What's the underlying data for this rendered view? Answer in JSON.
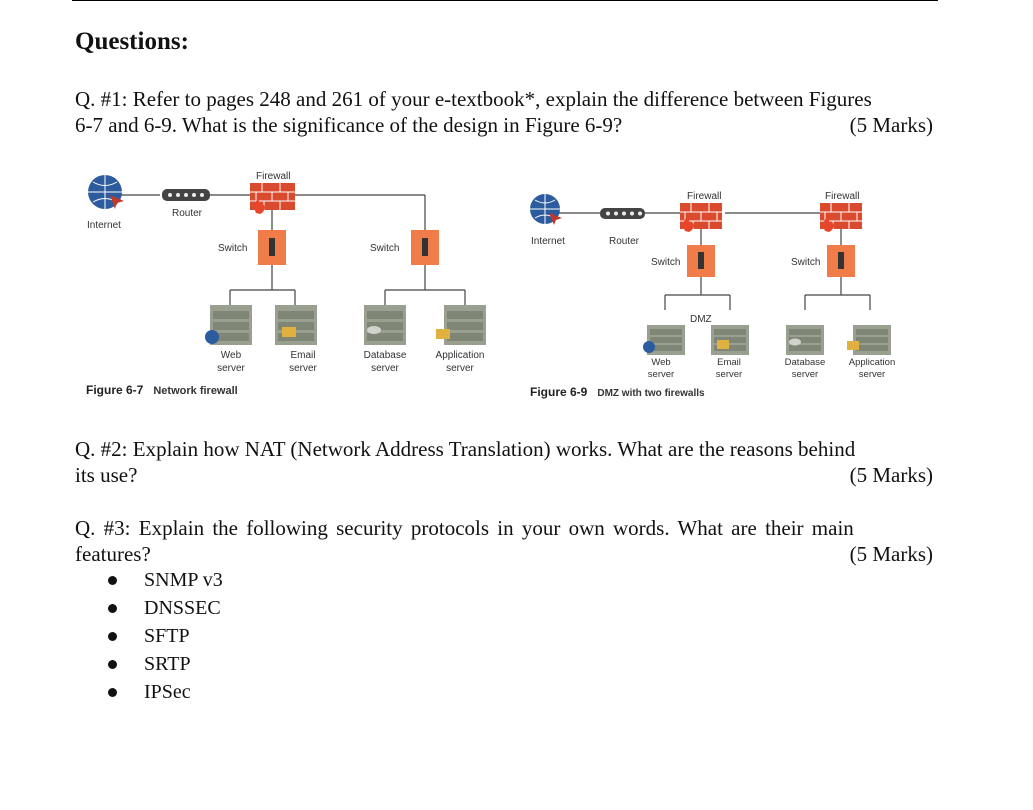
{
  "heading": "Questions:",
  "q1": {
    "line1": "Q. #1: Refer to pages 248 and 261 of your e-textbook*, explain the difference between Figures",
    "line2": "6-7 and 6-9. What is the significance of the design in Figure 6-9?",
    "marks": "(5 Marks)"
  },
  "fig67": {
    "internet": "Internet",
    "router": "Router",
    "firewall": "Firewall",
    "switch1": "Switch",
    "switch2": "Switch",
    "web": [
      "Web",
      "server"
    ],
    "email": [
      "Email",
      "server"
    ],
    "database": [
      "Database",
      "server"
    ],
    "application": [
      "Application",
      "server"
    ],
    "caption_num": "Figure 6-7",
    "caption_text": "Network firewall"
  },
  "fig69": {
    "internet": "Internet",
    "router": "Router",
    "firewall1": "Firewall",
    "firewall2": "Firewall",
    "switch1": "Switch",
    "switch2": "Switch",
    "dmz": "DMZ",
    "web": [
      "Web",
      "server"
    ],
    "email": [
      "Email",
      "server"
    ],
    "database": [
      "Database",
      "server"
    ],
    "application": [
      "Application",
      "server"
    ],
    "caption_num": "Figure 6-9",
    "caption_text": "DMZ with two firewalls"
  },
  "q2": {
    "line1": "Q. #2: Explain how NAT (Network Address Translation) works. What are the reasons behind",
    "line2": "its use?",
    "marks": "(5 Marks)"
  },
  "q3": {
    "line1": "Q. #3: Explain the following security protocols in your own words. What are their main",
    "line2": "features?",
    "marks": "(5 Marks)",
    "protocols": [
      "SNMP v3",
      "DNSSEC",
      "SFTP",
      "SRTP",
      "IPSec"
    ]
  },
  "colors": {
    "firewall": "#d94a2e",
    "switch": "#f07c4a",
    "server": "#9aa08f",
    "globe": "#2d5c9e",
    "line": "#444444"
  }
}
